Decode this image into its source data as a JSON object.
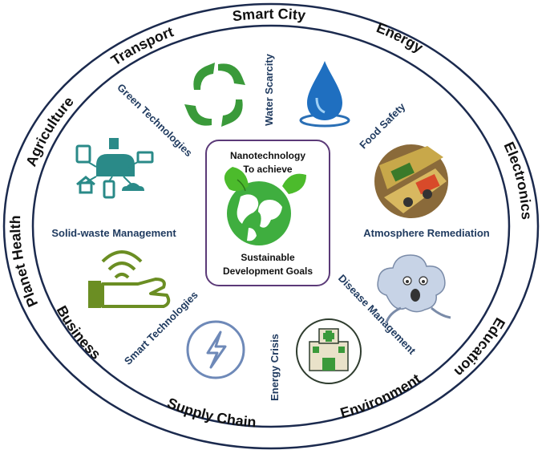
{
  "center": {
    "line1": "Nanotechnology",
    "line2": "To achieve",
    "line3": "Sustainable",
    "line4": "Development Goals",
    "icon": "green-earth-with-leaves"
  },
  "outer_ring": {
    "transport": "Transport",
    "smart_city": "Smart City",
    "energy": "Energy",
    "electronics": "Electronics",
    "education": "Education",
    "environment": "Environment",
    "supply_chain": "Supply Chain",
    "business": "Business",
    "planet_health": "Planet Health",
    "agriculture": "Agriculture"
  },
  "inner_ring": {
    "green_technologies": "Green Technologies",
    "water_scarcity": "Water Scarcity",
    "food_safety": "Food Safety",
    "atmosphere_remediation": "Atmosphere Remediation",
    "disease_management": "Disease Management",
    "energy_crisis": "Energy Crisis",
    "smart_technologies": "Smart Technologies",
    "solid_waste_management": "Solid-waste Management"
  },
  "icons": {
    "recycle": "recycle-icon",
    "water": "water-drop-icon",
    "harvest": "harvester-icon",
    "pollution": "polluted-cloud-icon",
    "hospital": "hospital-icon",
    "energy": "lightning-icon",
    "smart_hand": "smart-hand-icon",
    "circuit": "smart-circuit-icon"
  },
  "colors": {
    "ring_stroke": "#1b2a4e",
    "center_stroke": "#5b3a78",
    "inner_text": "#1f3a5f",
    "green": "#3a9a3a",
    "teal": "#2a8a88",
    "blue": "#1e6fc0",
    "olive": "#6b8e23"
  }
}
